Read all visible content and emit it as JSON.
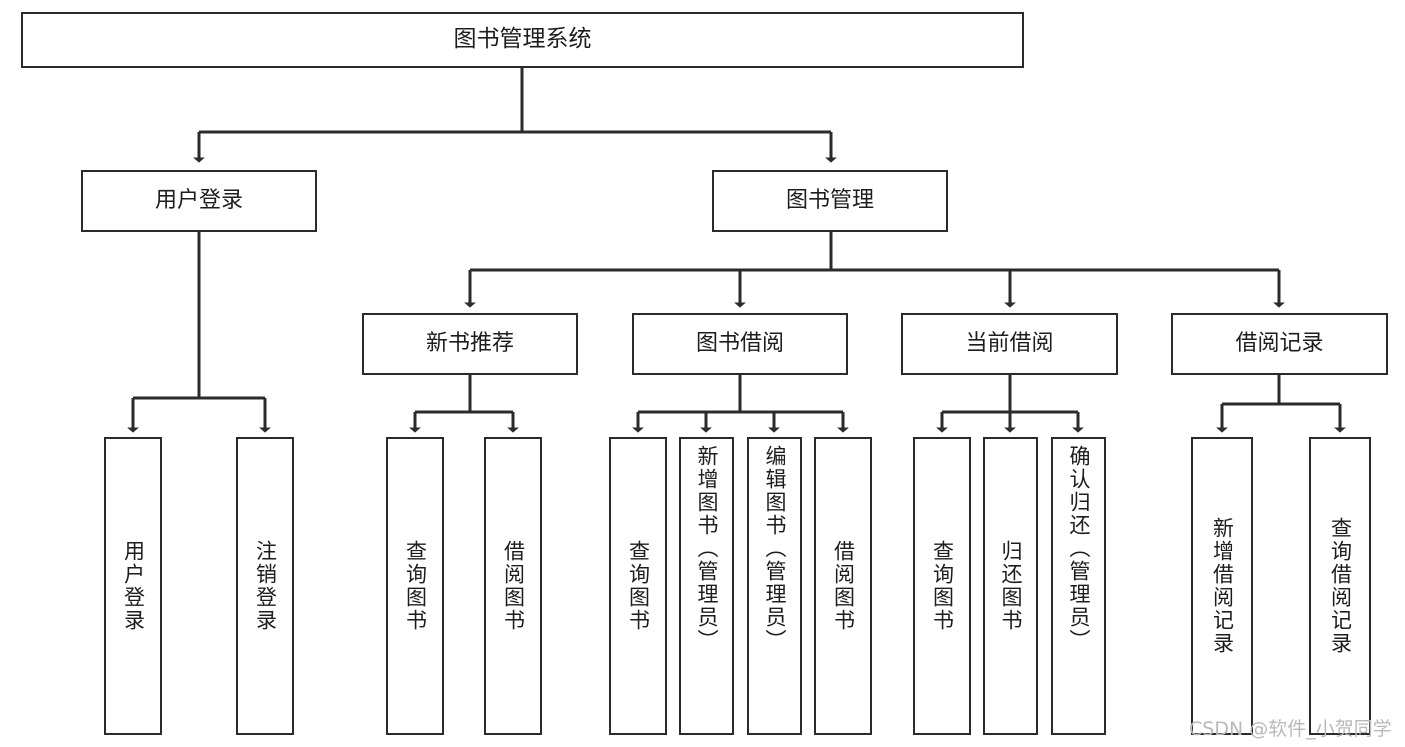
{
  "diagram": {
    "title": "图书管理系统",
    "type": "tree-hierarchy-chart",
    "line_color": "#2b2b2b",
    "box_fill": "#ffffff",
    "text_color": "#1d1d1d"
  },
  "nodes": {
    "root": {
      "label": "图书管理系统"
    },
    "level2": [
      {
        "label": "用户登录"
      },
      {
        "label": "图书管理"
      }
    ],
    "level3": [
      {
        "label": "新书推荐"
      },
      {
        "label": "图书借阅"
      },
      {
        "label": "当前借阅"
      },
      {
        "label": "借阅记录"
      }
    ],
    "leaves_user_login": [
      {
        "label": "用户登录"
      },
      {
        "label": "注销登录"
      }
    ],
    "leaves_new_book": [
      {
        "label": "查询图书"
      },
      {
        "label": "借阅图书"
      }
    ],
    "leaves_borrow": [
      {
        "label": "查询图书"
      },
      {
        "label": "新增图书（管理员）"
      },
      {
        "label": "编辑图书（管理员）"
      },
      {
        "label": "借阅图书"
      }
    ],
    "leaves_current": [
      {
        "label": "查询图书"
      },
      {
        "label": "归还图书"
      },
      {
        "label": "确认归还（管理员）"
      }
    ],
    "leaves_records": [
      {
        "label": "新增借阅记录"
      },
      {
        "label": "查询借阅记录"
      }
    ]
  },
  "watermark": {
    "text": "CSDN @软件_小贺同学"
  }
}
